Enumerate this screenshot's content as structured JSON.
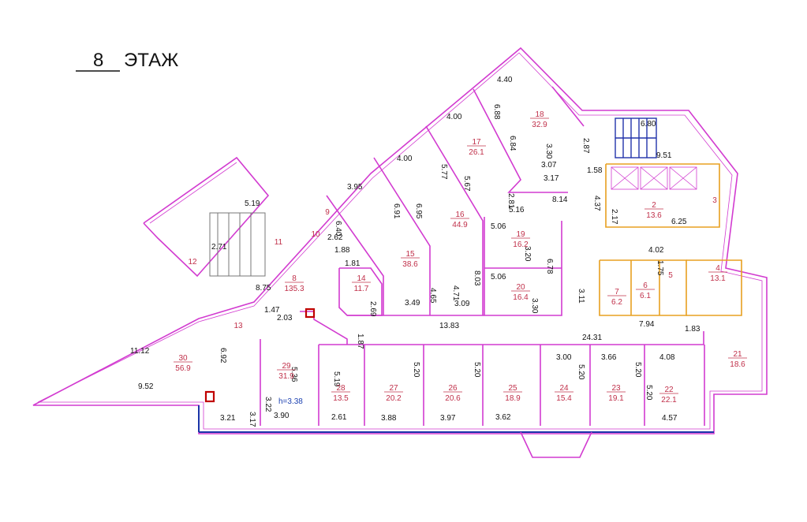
{
  "title": {
    "floor": "8",
    "label": "ЭТАЖ"
  },
  "ceiling_height": "h=3.38",
  "rooms": [
    {
      "num": "2",
      "area": "13.6"
    },
    {
      "num": "3",
      "area": ""
    },
    {
      "num": "4",
      "area": "13.1"
    },
    {
      "num": "5",
      "area": ""
    },
    {
      "num": "6",
      "area": "6.1"
    },
    {
      "num": "7",
      "area": "6.2"
    },
    {
      "num": "8",
      "area": "135.3"
    },
    {
      "num": "9",
      "area": ""
    },
    {
      "num": "10",
      "area": ""
    },
    {
      "num": "11",
      "area": ""
    },
    {
      "num": "12",
      "area": ""
    },
    {
      "num": "13",
      "area": ""
    },
    {
      "num": "14",
      "area": "11.7"
    },
    {
      "num": "15",
      "area": "38.6"
    },
    {
      "num": "16",
      "area": "44.9"
    },
    {
      "num": "17",
      "area": "26.1"
    },
    {
      "num": "18",
      "area": "32.9"
    },
    {
      "num": "19",
      "area": "16.2"
    },
    {
      "num": "20",
      "area": "16.4"
    },
    {
      "num": "21",
      "area": "18.6"
    },
    {
      "num": "22",
      "area": "22.1"
    },
    {
      "num": "23",
      "area": "19.1"
    },
    {
      "num": "24",
      "area": "15.4"
    },
    {
      "num": "25",
      "area": "18.9"
    },
    {
      "num": "26",
      "area": "20.6"
    },
    {
      "num": "27",
      "area": "20.2"
    },
    {
      "num": "28",
      "area": "13.5"
    },
    {
      "num": "29",
      "area": "31.9"
    },
    {
      "num": "30",
      "area": "56.9"
    }
  ],
  "dimensions": [
    "4.40",
    "6.88",
    "4.00",
    "6.84",
    "3.30",
    "2.87",
    "6.80",
    "9.51",
    "4.00",
    "5.77",
    "5.67",
    "3.07",
    "3.17",
    "1.58",
    "3.95",
    "6.91",
    "6.95",
    "2.81",
    "8.14",
    "4.37",
    "2.17",
    "6.25",
    "5.19",
    "6.40",
    "5.16",
    "5.06",
    "3.20",
    "2.71",
    "2.62",
    "1.88",
    "1.81",
    "4.65",
    "4.71",
    "8.03",
    "6.78",
    "4.02",
    "1.75",
    "8.75",
    "2.69",
    "3.49",
    "3.09",
    "5.06",
    "3.30",
    "3.11",
    "1.47",
    "2.03",
    "13.83",
    "7.94",
    "1.83",
    "11.12",
    "6.92",
    "1.87",
    "24.31",
    "5.36",
    "5.19",
    "5.20",
    "5.20",
    "3.00",
    "5.20",
    "3.66",
    "5.20",
    "4.08",
    "5.20",
    "9.52",
    "3.22",
    "3.17",
    "3.21",
    "3.90",
    "2.61",
    "3.88",
    "3.97",
    "3.62",
    "4.57"
  ]
}
